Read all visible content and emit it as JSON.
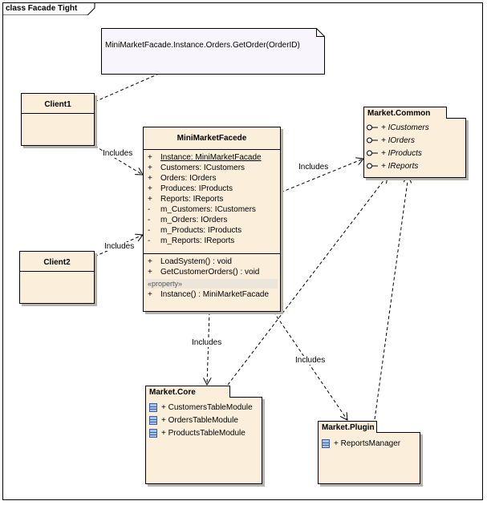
{
  "frame": {
    "title": "class Facade Tight"
  },
  "note": {
    "text": "MiniMarketFacade.Instance.Orders.GetOrder(OrderID)"
  },
  "client1": {
    "name": "Client1"
  },
  "client2": {
    "name": "Client2"
  },
  "facade": {
    "name": "MiniMarketFacede",
    "attributes": [
      {
        "vis": "+",
        "text": "Instance:  MiniMarketFacade"
      },
      {
        "vis": "+",
        "text": "Customers:  ICustomers"
      },
      {
        "vis": "+",
        "text": "Orders:  IOrders"
      },
      {
        "vis": "+",
        "text": "Produces:  IProducts"
      },
      {
        "vis": "+",
        "text": "Reports:  IReports"
      },
      {
        "vis": "-",
        "text": "m_Customers:  ICustomers"
      },
      {
        "vis": "-",
        "text": "m_Orders:  IOrders"
      },
      {
        "vis": "-",
        "text": "m_Products:  IProducts"
      },
      {
        "vis": "-",
        "text": "m_Reports:  IReports"
      }
    ],
    "operations": [
      {
        "vis": "+",
        "text": "LoadSystem() : void"
      },
      {
        "vis": "+",
        "text": "GetCustomerOrders() : void"
      }
    ],
    "stereotype": "«property»",
    "property_ops": [
      {
        "vis": "+",
        "text": "Instance() : MiniMarketFacade"
      }
    ]
  },
  "common": {
    "name": "Market.Common",
    "items": [
      "+ ICustomers",
      "+ IOrders",
      "+ IProducts",
      "+ IReports"
    ]
  },
  "core": {
    "name": "Market.Core",
    "items": [
      "+ CustomersTableModule",
      "+ OrdersTableModule",
      "+ ProductsTableModule"
    ]
  },
  "plugin": {
    "name": "Market.Plugin",
    "items": [
      "+ ReportsManager"
    ]
  },
  "relations": {
    "client1_facade": "Includes",
    "client2_facade": "Includes",
    "facade_common": "Includes",
    "facade_core": "Includes",
    "facade_plugin": "Includes"
  },
  "colors": {
    "class_fill": "#fbefdc",
    "note_fill": "#f9f5fc",
    "shadow": "#b7b3aa"
  }
}
